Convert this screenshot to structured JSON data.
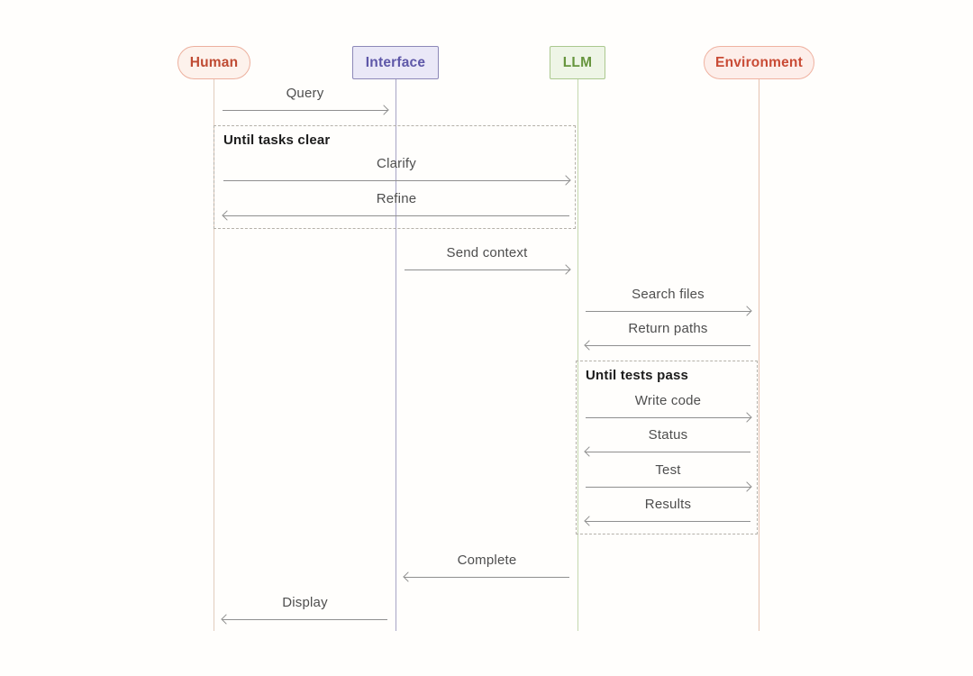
{
  "diagram": {
    "type": "sequence-diagram",
    "background_color": "#fffefc",
    "arrow_color": "#8f8f8f",
    "message_text_color": "#4e4e4e",
    "loop_border_color": "#b5b1a9",
    "loop_label_color": "#1c1c1c",
    "actors": [
      {
        "label": "Human",
        "shape": "pill",
        "text_color": "#bf4b33",
        "fill": "#fdf2ec",
        "border": "#ecb09e",
        "lifeline_color": "#e2ccbd"
      },
      {
        "label": "Interface",
        "shape": "rect",
        "text_color": "#5e57a8",
        "fill": "#eae8f7",
        "border": "#8d88b8",
        "lifeline_color": "#a7a4c5"
      },
      {
        "label": "LLM",
        "shape": "rect",
        "text_color": "#67953e",
        "fill": "#eef5e6",
        "border": "#abc88e",
        "lifeline_color": "#c3d8ae"
      },
      {
        "label": "Environment",
        "shape": "pill",
        "text_color": "#c94b35",
        "fill": "#fdeeea",
        "border": "#efb2a1",
        "lifeline_color": "#e6c2b0"
      }
    ],
    "loops": [
      {
        "label": "Until tasks clear",
        "from": "Human",
        "to": "LLM"
      },
      {
        "label": "Until tests pass",
        "from": "LLM",
        "to": "Environment"
      }
    ],
    "messages": [
      {
        "label": "Query",
        "from": "Human",
        "to": "Interface",
        "direction": "right",
        "loop": null
      },
      {
        "label": "Clarify",
        "from": "Human",
        "to": "LLM",
        "direction": "right",
        "loop": "Until tasks clear"
      },
      {
        "label": "Refine",
        "from": "LLM",
        "to": "Human",
        "direction": "left",
        "loop": "Until tasks clear"
      },
      {
        "label": "Send context",
        "from": "Interface",
        "to": "LLM",
        "direction": "right",
        "loop": null
      },
      {
        "label": "Search files",
        "from": "LLM",
        "to": "Environment",
        "direction": "right",
        "loop": null
      },
      {
        "label": "Return paths",
        "from": "Environment",
        "to": "LLM",
        "direction": "left",
        "loop": null
      },
      {
        "label": "Write code",
        "from": "LLM",
        "to": "Environment",
        "direction": "right",
        "loop": "Until tests pass"
      },
      {
        "label": "Status",
        "from": "Environment",
        "to": "LLM",
        "direction": "left",
        "loop": "Until tests pass"
      },
      {
        "label": "Test",
        "from": "LLM",
        "to": "Environment",
        "direction": "right",
        "loop": "Until tests pass"
      },
      {
        "label": "Results",
        "from": "Environment",
        "to": "LLM",
        "direction": "left",
        "loop": "Until tests pass"
      },
      {
        "label": "Complete",
        "from": "LLM",
        "to": "Interface",
        "direction": "left",
        "loop": null
      },
      {
        "label": "Display",
        "from": "Interface",
        "to": "Human",
        "direction": "left",
        "loop": null
      }
    ]
  }
}
